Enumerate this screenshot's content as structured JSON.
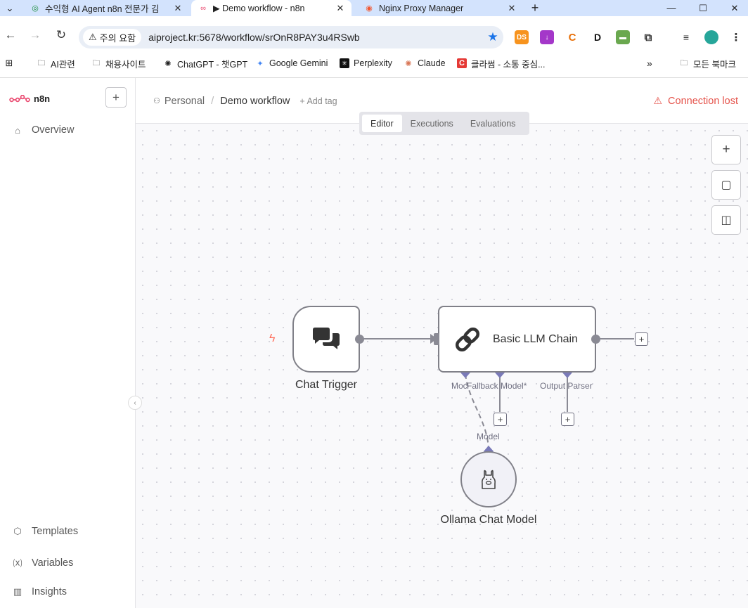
{
  "browser": {
    "tabs": [
      {
        "title": "수익형 AI Agent n8n 전문가 김",
        "close": "✕"
      },
      {
        "title": "▶ Demo workflow - n8n",
        "close": "✕"
      },
      {
        "title": "Nginx Proxy Manager",
        "close": "✕"
      }
    ],
    "new_tab": "+",
    "window_controls": [
      "—",
      "☐",
      "✕"
    ],
    "security_label": "주의 요함",
    "url": "aiproject.kr:5678/workflow/srOnR8PAY3u4RSwb",
    "extensions": [
      "DS",
      "D"
    ]
  },
  "bookmarks": [
    {
      "label": "AI관련"
    },
    {
      "label": "채용사이트"
    },
    {
      "label": "ChatGPT - 챗GPT"
    },
    {
      "label": "Google Gemini"
    },
    {
      "label": "Perplexity"
    },
    {
      "label": "Claude"
    },
    {
      "label": "클라썸 - 소통 중심..."
    }
  ],
  "bookmarks_more": "»",
  "bookmarks_all": "모든 북마크",
  "app": {
    "logo": "n8n",
    "sidebar": {
      "overview": "Overview",
      "bottom": [
        {
          "label": "Templates",
          "icon": "box-icon"
        },
        {
          "label": "Variables",
          "icon": "variable-icon"
        },
        {
          "label": "Insights",
          "icon": "chart-icon"
        }
      ]
    },
    "breadcrumb": {
      "project": "Personal",
      "workflow": "Demo workflow",
      "add_tag": "+ Add tag"
    },
    "connection_status": "Connection lost",
    "view_tabs": [
      "Editor",
      "Executions",
      "Evaluations"
    ],
    "active_tab": "Editor"
  },
  "canvas": {
    "nodes": {
      "chat_trigger": "Chat Trigger",
      "llm_chain": "Basic LLM Chain",
      "ollama": "Ollama Chat Model"
    },
    "ports": {
      "model": "Moc",
      "fallback": "Fallback Model*",
      "parser": "Output Parser",
      "model_in": "Model"
    },
    "colors": {
      "port": "#7a7ab8",
      "warning": "#e5534b",
      "trigger_bolt": "#ff6d5a"
    }
  }
}
